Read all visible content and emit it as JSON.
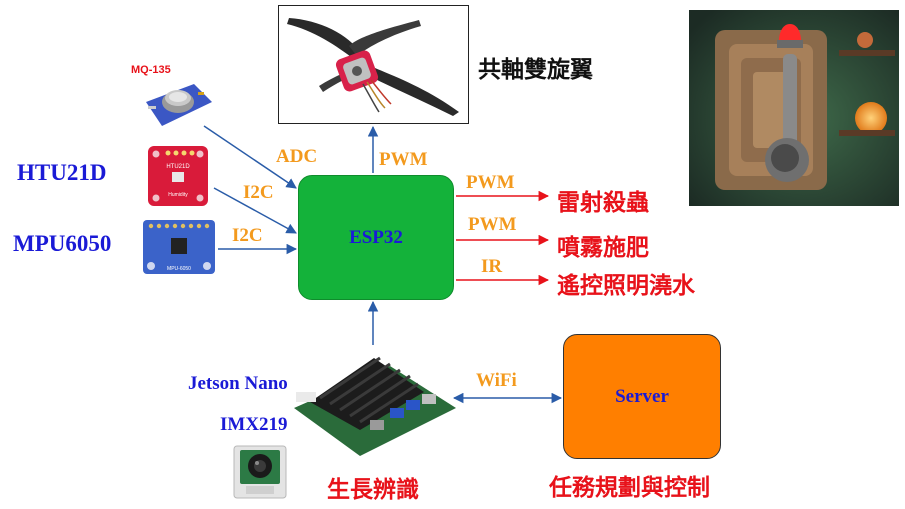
{
  "esp32": {
    "label": "ESP32"
  },
  "server": {
    "label": "Server"
  },
  "sensors": {
    "mq135": "MQ-135",
    "htu21d": "HTU21D",
    "mpu6050": "MPU6050"
  },
  "board_text": {
    "htu_chip": "HTU21D",
    "humidity": "Humidity",
    "mpu": "MPU-6050"
  },
  "connections": {
    "adc": "ADC",
    "i2c_htu": "I2C",
    "i2c_mpu": "I2C",
    "pwm_rotor": "PWM",
    "pwm_laser": "PWM",
    "pwm_spray": "PWM",
    "ir": "IR",
    "wifi": "WiFi"
  },
  "outputs": {
    "rotor": "共軸雙旋翼",
    "laser": "雷射殺蟲",
    "spray": "噴霧施肥",
    "remote": "遙控照明澆水"
  },
  "jetson": {
    "label": "Jetson Nano",
    "camera": "IMX219",
    "function": "生長辨識"
  },
  "server_function": "任務規劃與控制",
  "colors": {
    "esp32_fill": "#14b23a",
    "server_fill": "#ff7f00",
    "arrow": "#2a5ca8",
    "label_blue": "#1a1ad6",
    "label_orange": "#f39a1e",
    "label_red": "#e8121a"
  }
}
